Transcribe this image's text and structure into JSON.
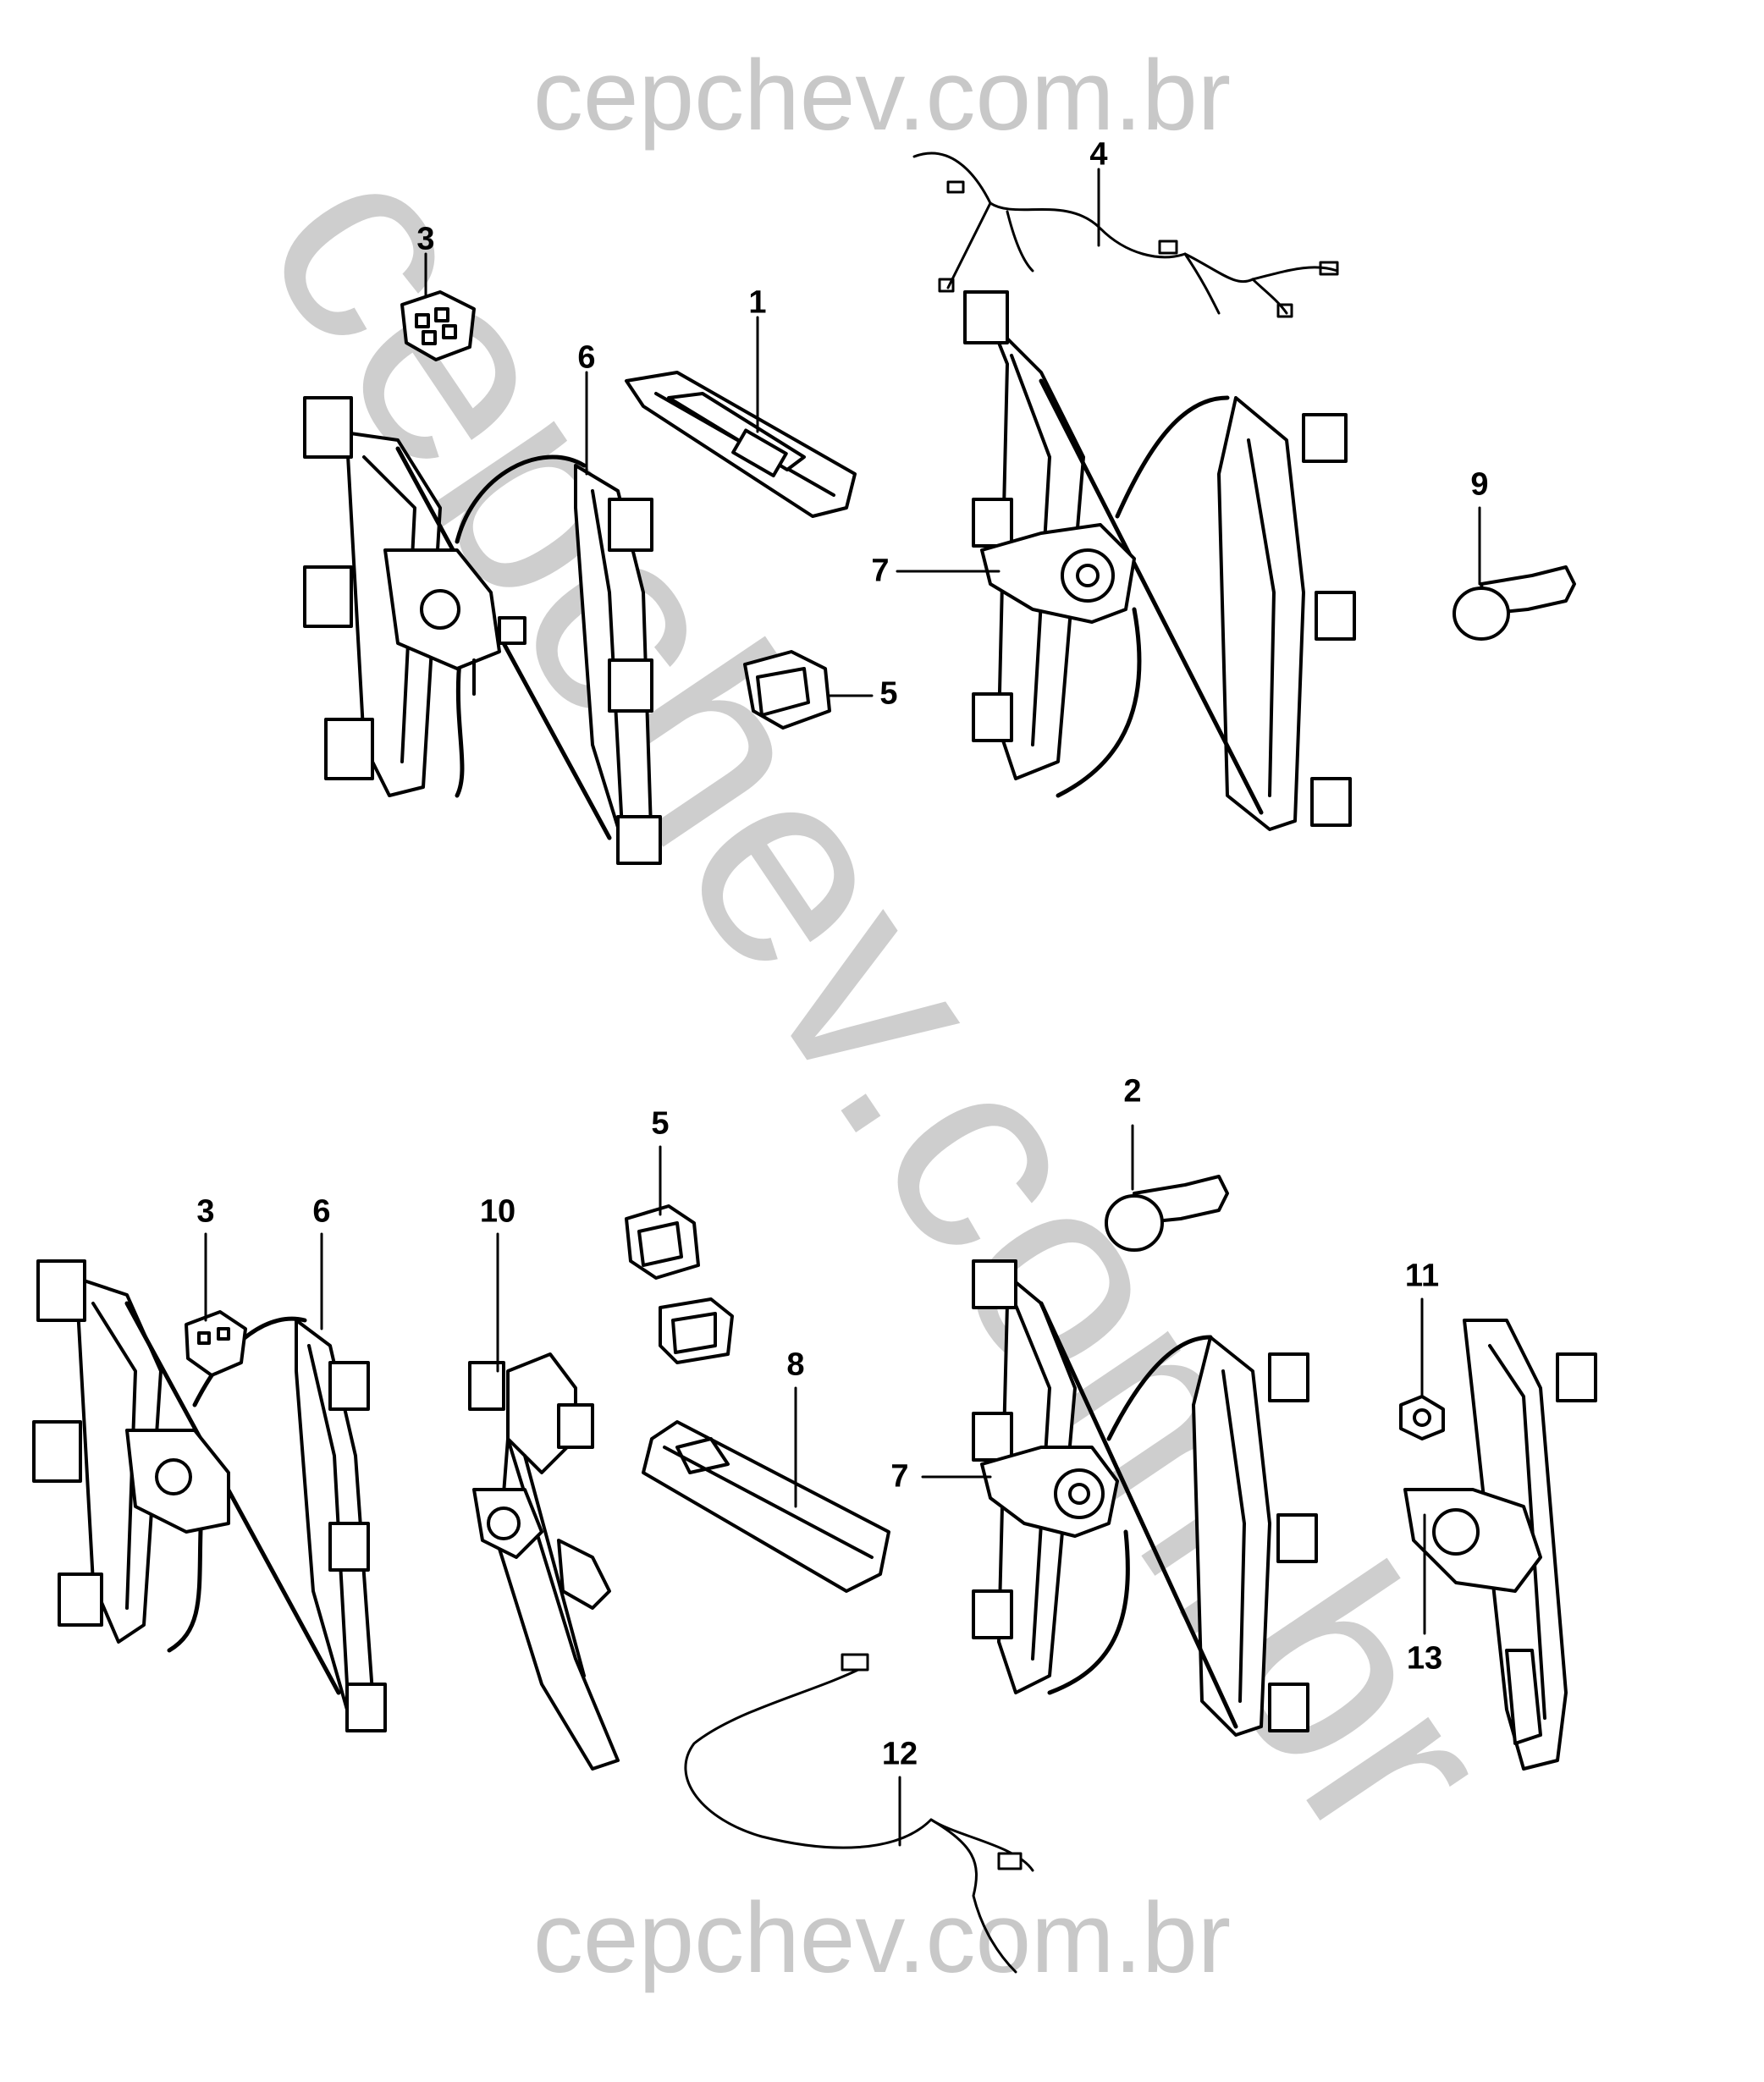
{
  "watermarks": {
    "top": "cepchev.com.br",
    "diagonal": "cepchev.com.br",
    "bottom": "cepchev.com.br"
  },
  "callouts": {
    "c1": "1",
    "c2": "2",
    "c3_top": "3",
    "c3_bottom": "3",
    "c4": "4",
    "c5_top": "5",
    "c5_bottom": "5",
    "c6_top": "6",
    "c6_bottom": "6",
    "c7_top": "7",
    "c7_bottom": "7",
    "c8": "8",
    "c9": "9",
    "c10": "10",
    "c11": "11",
    "c12": "12",
    "c13": "13"
  }
}
